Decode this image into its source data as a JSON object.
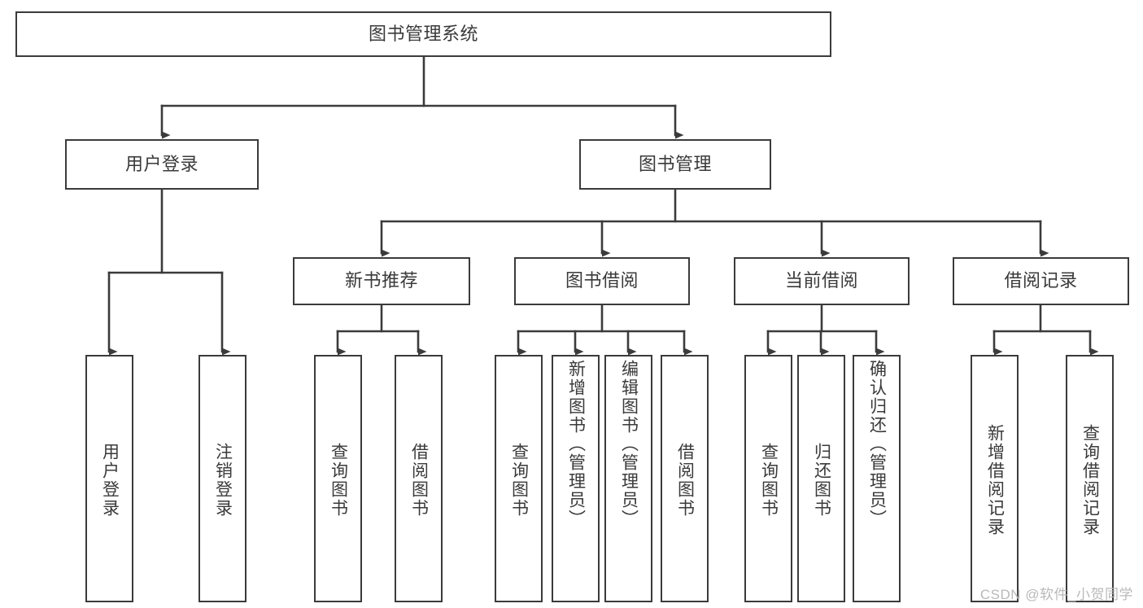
{
  "diagram": {
    "title": "图书管理系统",
    "type": "hierarchy-tree",
    "watermark": "CSDN @软件_小贺同学",
    "colors": {
      "box_border": "#3b3b3b",
      "box_fill": "#ffffff",
      "connector": "#3b3b3b",
      "text": "#3a3a3a",
      "watermark": "#b9b9b9",
      "background": "#ffffff"
    },
    "levels": {
      "root": "图书管理系统",
      "level1": [
        "用户登录",
        "图书管理"
      ],
      "level2": [
        "新书推荐",
        "图书借阅",
        "当前借阅",
        "借阅记录"
      ]
    },
    "nodes": {
      "root": {
        "label": "图书管理系统"
      },
      "user_login": {
        "label": "用户登录"
      },
      "book_mgmt": {
        "label": "图书管理"
      },
      "new_book_rec": {
        "label": "新书推荐"
      },
      "book_borrow": {
        "label": "图书借阅"
      },
      "current_borrow": {
        "label": "当前借阅"
      },
      "borrow_record": {
        "label": "借阅记录"
      },
      "leaf_user_login": {
        "label": "用户登录"
      },
      "leaf_logout": {
        "label": "注销登录"
      },
      "leaf_query_book_a": {
        "label": "查询图书"
      },
      "leaf_borrow_book_a": {
        "label": "借阅图书"
      },
      "leaf_query_book_b": {
        "label": "查询图书"
      },
      "leaf_add_book": {
        "label": "新增图书（管理员）"
      },
      "leaf_edit_book": {
        "label": "编辑图书（管理员）"
      },
      "leaf_borrow_book_b": {
        "label": "借阅图书"
      },
      "leaf_query_book_c": {
        "label": "查询图书"
      },
      "leaf_return_book": {
        "label": "归还图书"
      },
      "leaf_confirm_return": {
        "label": "确认归还（管理员）"
      },
      "leaf_add_record": {
        "label": "新增借阅记录"
      },
      "leaf_query_record": {
        "label": "查询借阅记录"
      }
    },
    "edges": [
      {
        "from": "root",
        "to": "user_login"
      },
      {
        "from": "root",
        "to": "book_mgmt"
      },
      {
        "from": "user_login",
        "to": "leaf_user_login"
      },
      {
        "from": "user_login",
        "to": "leaf_logout"
      },
      {
        "from": "book_mgmt",
        "to": "new_book_rec"
      },
      {
        "from": "book_mgmt",
        "to": "book_borrow"
      },
      {
        "from": "book_mgmt",
        "to": "current_borrow"
      },
      {
        "from": "book_mgmt",
        "to": "borrow_record"
      },
      {
        "from": "new_book_rec",
        "to": "leaf_query_book_a"
      },
      {
        "from": "new_book_rec",
        "to": "leaf_borrow_book_a"
      },
      {
        "from": "book_borrow",
        "to": "leaf_query_book_b"
      },
      {
        "from": "book_borrow",
        "to": "leaf_add_book"
      },
      {
        "from": "book_borrow",
        "to": "leaf_edit_book"
      },
      {
        "from": "book_borrow",
        "to": "leaf_borrow_book_b"
      },
      {
        "from": "current_borrow",
        "to": "leaf_query_book_c"
      },
      {
        "from": "current_borrow",
        "to": "leaf_return_book"
      },
      {
        "from": "current_borrow",
        "to": "leaf_confirm_return"
      },
      {
        "from": "borrow_record",
        "to": "leaf_add_record"
      },
      {
        "from": "borrow_record",
        "to": "leaf_query_record"
      }
    ]
  }
}
